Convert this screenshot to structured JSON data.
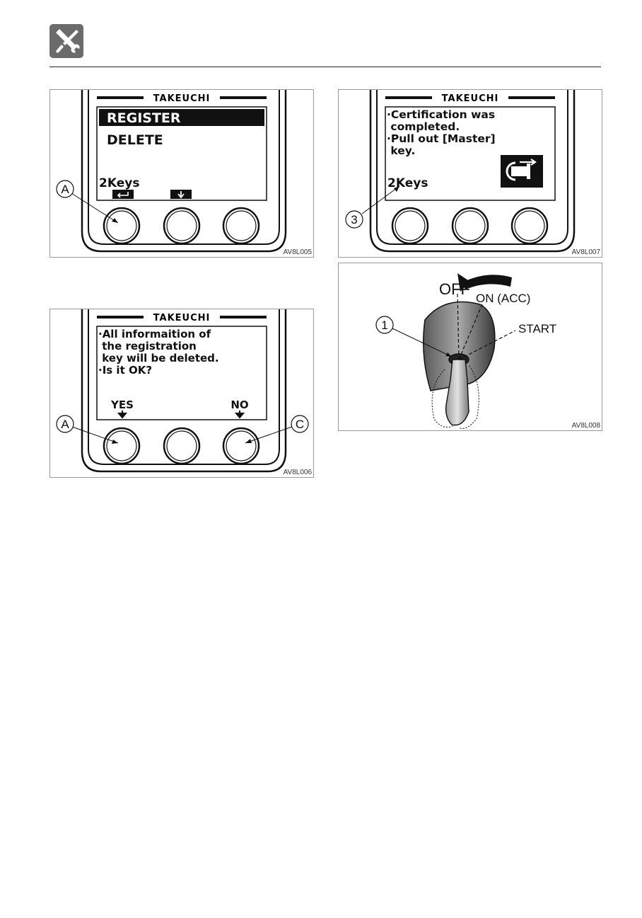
{
  "header": {
    "section_icon": "tools-wrench-screwdriver-icon"
  },
  "figures": {
    "fig_register": {
      "brand": "TAKEUCHI",
      "menu_selected": "REGISTER",
      "menu_other": "DELETE",
      "keys_count": "2Keys",
      "callout_a": "A",
      "code": "AV8L005"
    },
    "fig_complete": {
      "brand": "TAKEUCHI",
      "lines": [
        "·Certification was",
        " completed.",
        "·Pull out [Master]",
        " key."
      ],
      "keys_count": "2Keys",
      "callout_3": "3",
      "code": "AV8L007"
    },
    "fig_delete_confirm": {
      "brand": "TAKEUCHI",
      "lines": [
        "·All informaition of",
        " the registration",
        " key will be deleted.",
        "·Is it OK?"
      ],
      "yes_label": "YES",
      "no_label": "NO",
      "callout_a": "A",
      "callout_c": "C",
      "code": "AV8L006"
    },
    "fig_key_switch": {
      "pos_off": "OFF",
      "pos_on": "ON (ACC)",
      "pos_start": "START",
      "callout_1": "1",
      "code": "AV8L008"
    }
  }
}
